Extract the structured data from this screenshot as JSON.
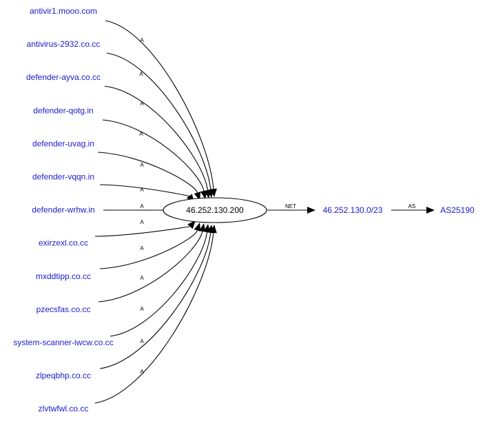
{
  "graph": {
    "domains": [
      "antivir1.mooo.com",
      "antivirus-2932.co.cc",
      "defender-ayva.co.cc",
      "defender-qotg.in",
      "defender-uvag.in",
      "defender-vqqn.in",
      "defender-wrhw.in",
      "exirzexl.co.cc",
      "mxddtipp.co.cc",
      "pzecsfas.co.cc",
      "system-scanner-iwcw.co.cc",
      "zlpeqbhp.co.cc",
      "zlvtwfwl.co.cc"
    ],
    "ip": "46.252.130.200",
    "net": "46.252.130.0/23",
    "asn": "AS25190",
    "a_edge_label": "A",
    "net_edge_label": "NET",
    "as_edge_label": "AS",
    "colors": {
      "domain": "#1a1acc",
      "ip": "#000000",
      "edge": "#000000"
    }
  }
}
